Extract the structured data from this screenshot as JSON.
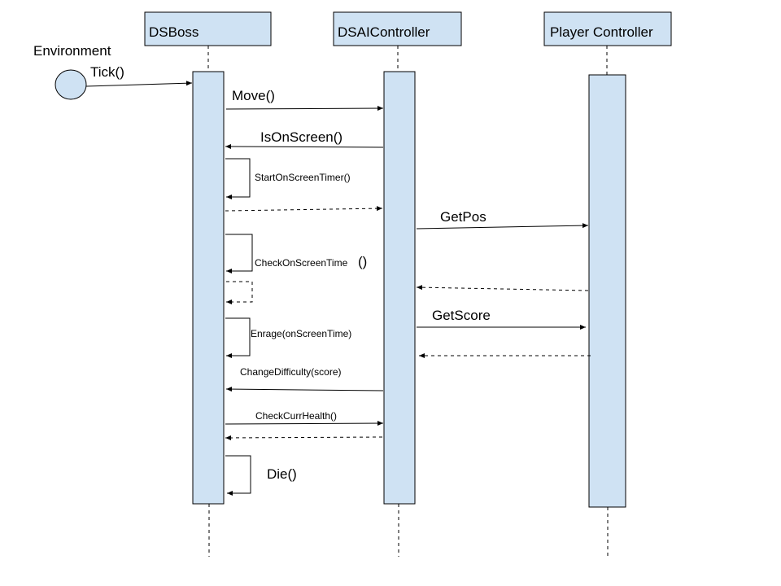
{
  "participants": {
    "environment": "Environment",
    "boss": "DSBoss",
    "ai": "DSAIController",
    "player": "Player Controller"
  },
  "messages": {
    "tick": "Tick()",
    "move": "Move()",
    "is_on_screen": "IsOnScreen()",
    "start_timer": "StartOnScreenTimer()",
    "get_pos": "GetPos",
    "check_time": "CheckOnScreenTime",
    "check_time_parens": "()",
    "get_score": "GetScore",
    "enrage": "Enrage(onScreenTime)",
    "change_difficulty": "ChangeDifficulty(score)",
    "check_health": "CheckCurrHealth()",
    "die": "Die()"
  },
  "colors": {
    "box_fill": "#cfe2f3",
    "stroke": "#000000"
  }
}
